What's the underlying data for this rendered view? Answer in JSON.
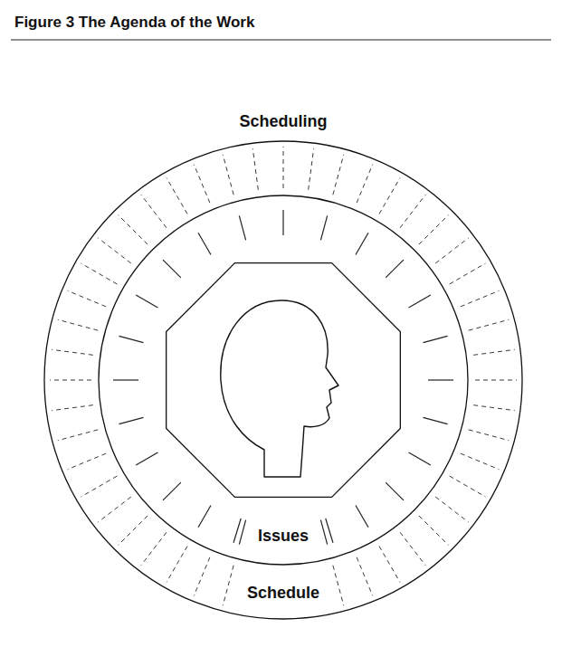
{
  "diagram": {
    "title": "Figure 3 The Agenda of the Work",
    "nodes": [
      {
        "text": [
          "Scheduling",
          "Schedule"
        ]
      },
      {
        "text": [
          "Issues"
        ],
        "in": 0
      }
    ]
  }
}
